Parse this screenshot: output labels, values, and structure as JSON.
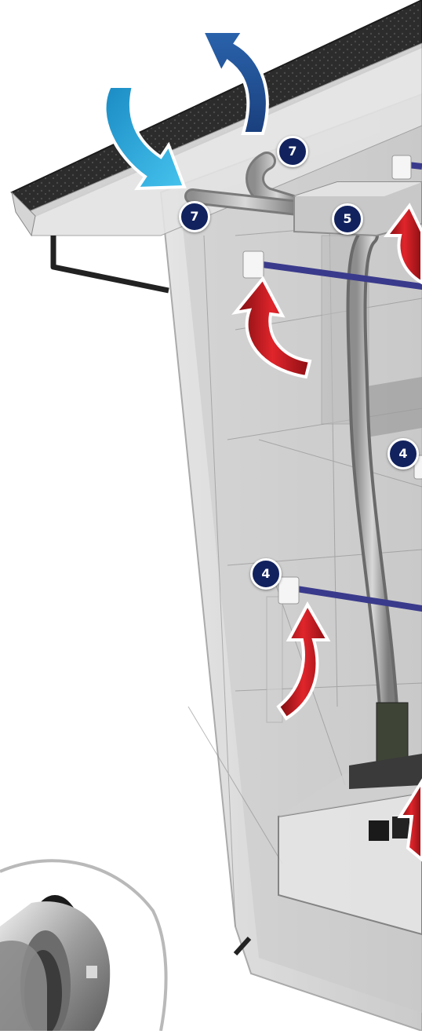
{
  "diagram": {
    "callouts": [
      {
        "id": "callout-7-top",
        "label": "7"
      },
      {
        "id": "callout-7-left",
        "label": "7"
      },
      {
        "id": "callout-5",
        "label": "5"
      },
      {
        "id": "callout-4-upper",
        "label": "4"
      },
      {
        "id": "callout-4-lower",
        "label": "4"
      }
    ],
    "colors": {
      "roof": "#2b2b2b",
      "intake_arrow": "#2aa7d8",
      "exhaust_arrow": "#1e4f93",
      "warm_air_arrow": "#c4161c",
      "pipe": "#3a3a8c",
      "badge": "#12225e"
    },
    "icons": [
      "roof-vent-icon",
      "air-flow-arrow-icon",
      "flexible-duct-icon",
      "wall-outlet-icon"
    ]
  }
}
